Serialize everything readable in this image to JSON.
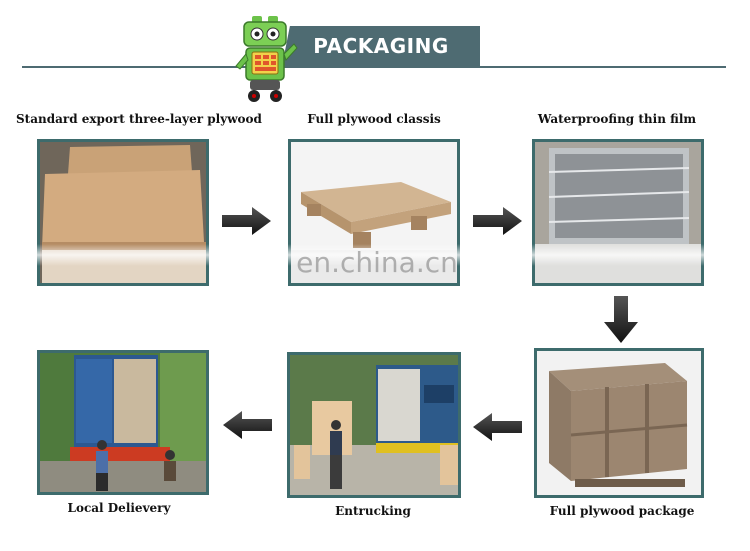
{
  "header": {
    "title": "PACKAGING"
  },
  "watermark": "en.china.cn",
  "steps": [
    {
      "label": "Standard export three-layer plywood"
    },
    {
      "label": "Full plywood classis"
    },
    {
      "label": "Waterproofing thin film"
    },
    {
      "label": "Full plywood package"
    },
    {
      "label": "Entrucking"
    },
    {
      "label": "Local Delievery"
    }
  ],
  "colors": {
    "accent": "#4e6b72",
    "frame": "#3d6b6c"
  }
}
